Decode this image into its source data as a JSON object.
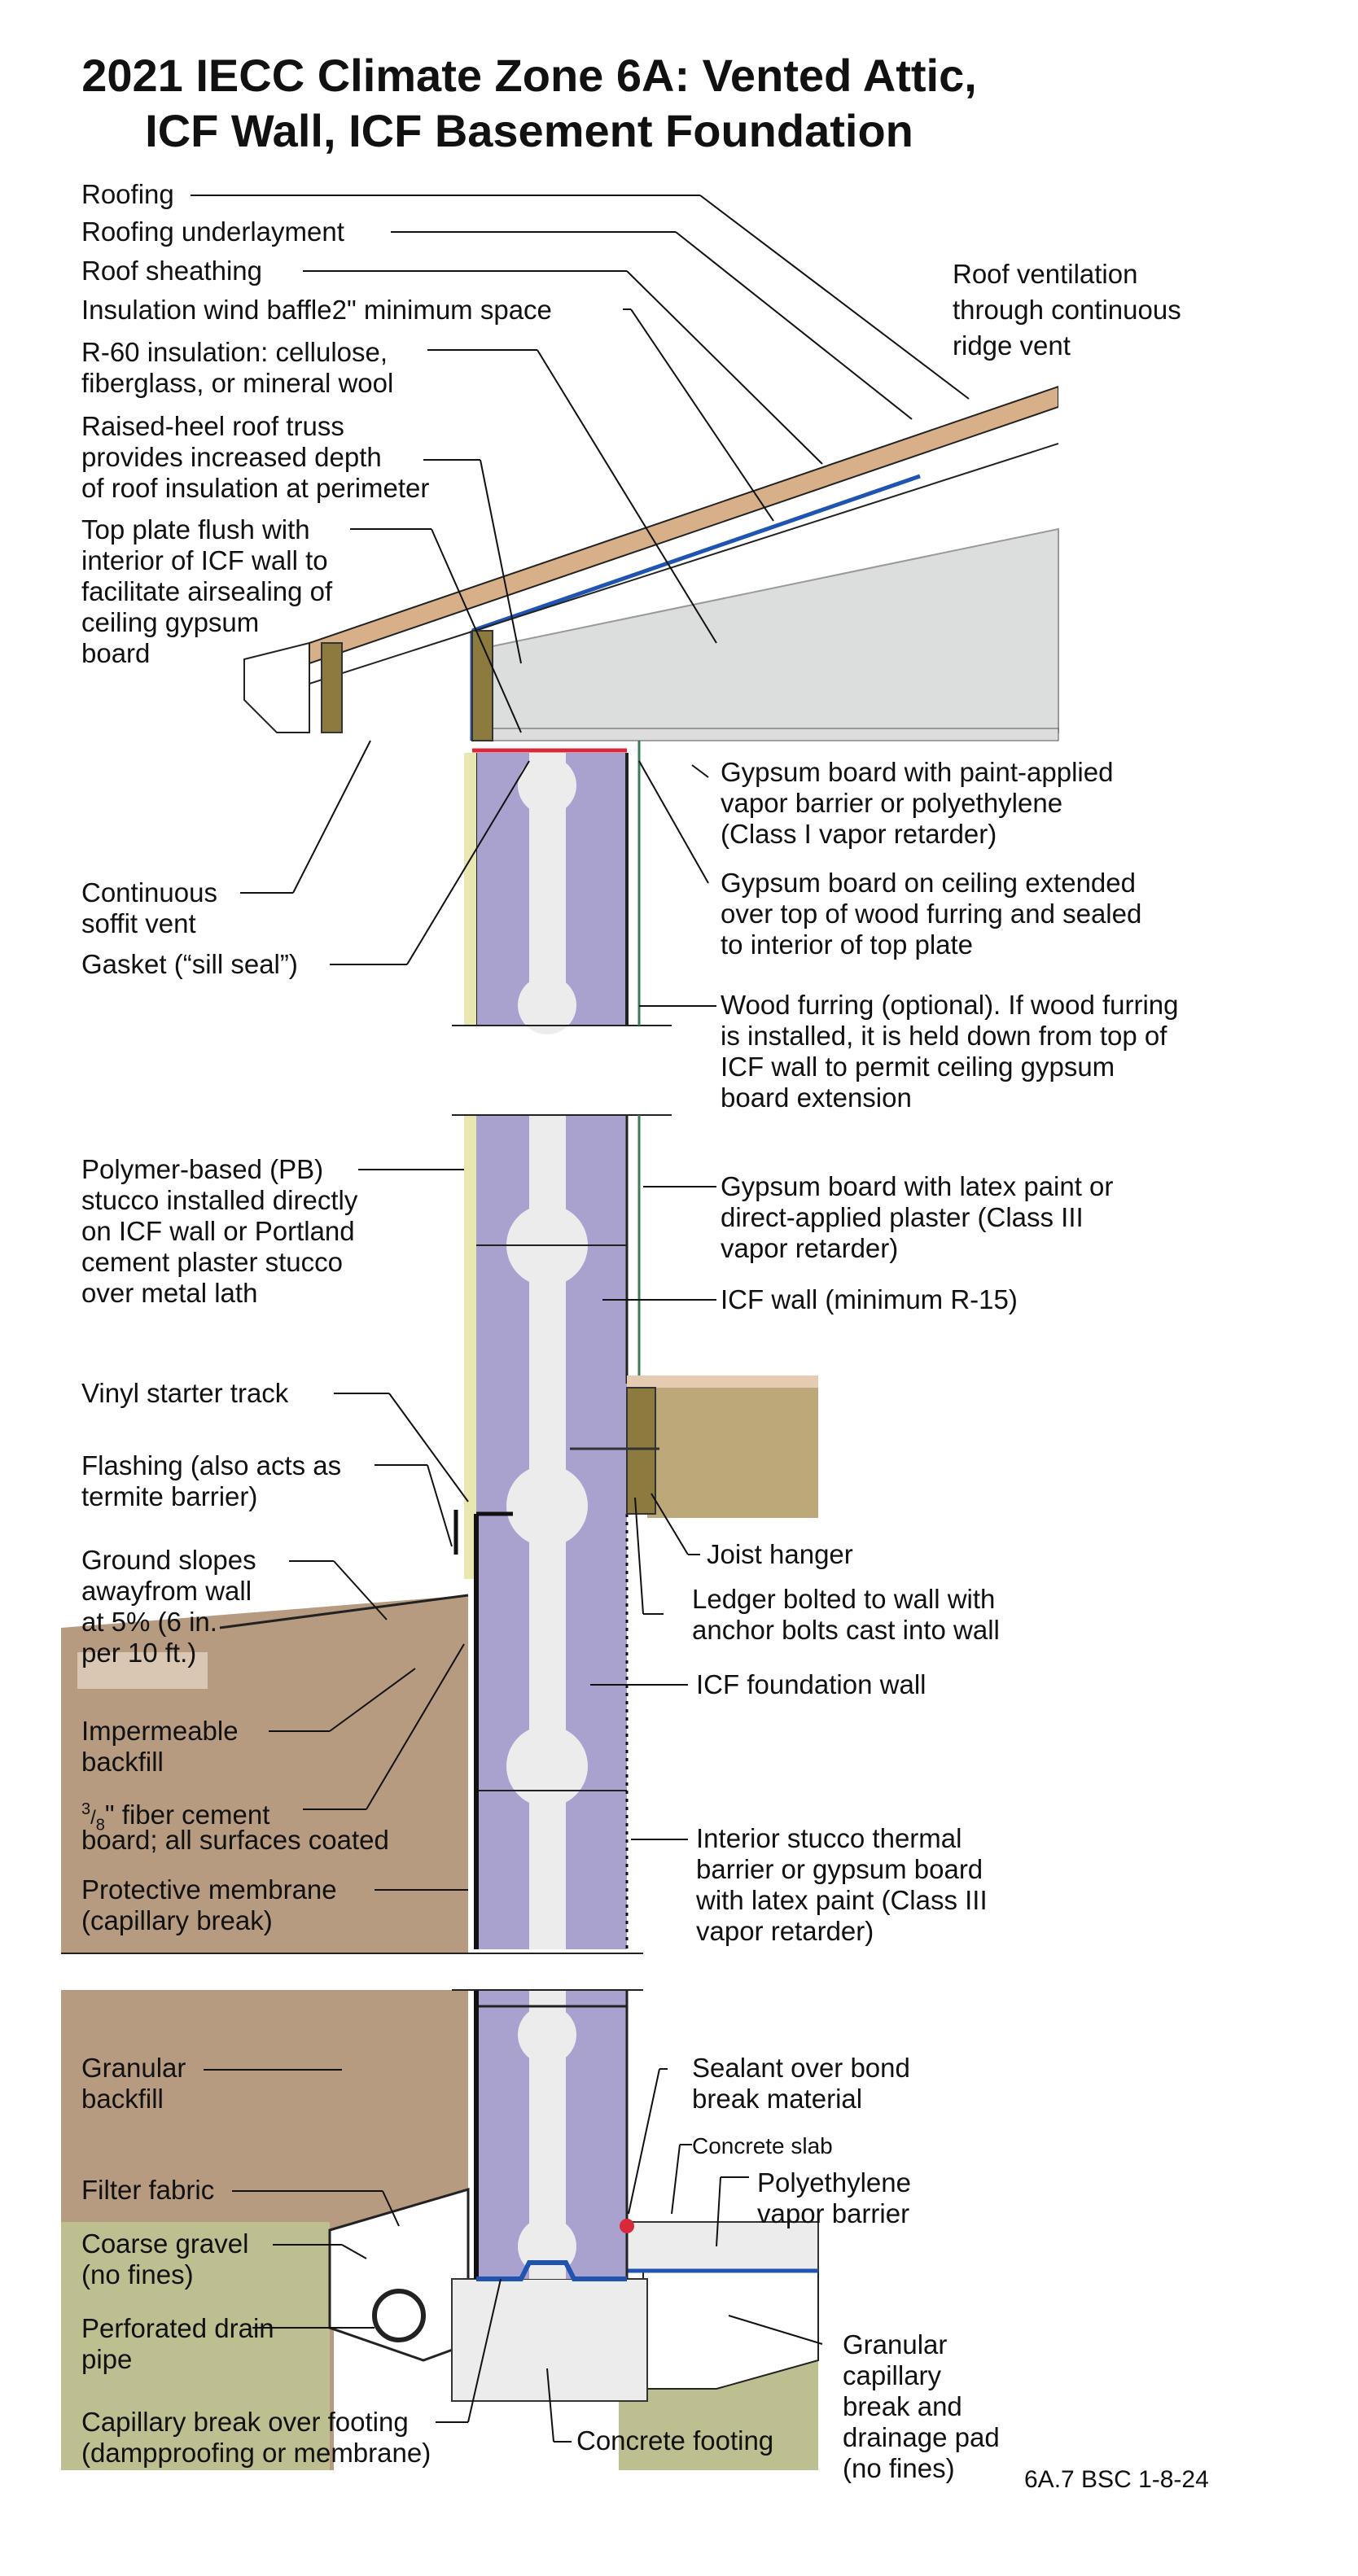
{
  "title": {
    "line1": "2021 IECC Climate Zone 6A: Vented Attic,",
    "line2": "ICF Wall, ICF Basement Foundation"
  },
  "labels_left": {
    "roofing": "Roofing",
    "roofing_underlayment": "Roofing underlayment",
    "roof_sheathing": "Roof sheathing",
    "wind_baffle": "Insulation wind baffle2\" minimum space",
    "r60_l1": "R-60 insulation: cellulose,",
    "r60_l2": "fiberglass, or mineral wool",
    "truss_l1": "Raised-heel roof truss",
    "truss_l2": "provides increased depth",
    "truss_l3": "of roof insulation at perimeter",
    "topplate_l1": "Top plate flush with",
    "topplate_l2": "interior of ICF wall to",
    "topplate_l3": "facilitate airsealing of",
    "topplate_l4": "ceiling gypsum",
    "topplate_l5": "board",
    "soffit_l1": "Continuous",
    "soffit_l2": "soffit vent",
    "gasket": "Gasket (“sill seal”)",
    "stucco_l1": "Polymer-based (PB)",
    "stucco_l2": "stucco installed directly",
    "stucco_l3": "on ICF wall or Portland",
    "stucco_l4": "cement plaster stucco",
    "stucco_l5": "over metal lath",
    "vinyl_track": "Vinyl starter track",
    "flashing_l1": "Flashing (also acts as",
    "flashing_l2": "termite barrier)",
    "ground_l1": "Ground slopes",
    "ground_l2": "awayfrom wall",
    "ground_l3": "at 5% (6 in.",
    "ground_l4": "per 10 ft.)",
    "impermeable_l1": "Impermeable",
    "impermeable_l2": "backfill",
    "fiber_num": "3",
    "fiber_den": "8",
    "fiber_l1": "\" fiber cement",
    "fiber_l2": "board; all surfaces coated",
    "membrane_l1": "Protective membrane",
    "membrane_l2": "(capillary break)",
    "granular_l1": "Granular",
    "granular_l2": "backfill",
    "filter_fabric": "Filter fabric",
    "gravel_l1": "Coarse gravel",
    "gravel_l2": "(no fines)",
    "drain_l1": "Perforated drain",
    "drain_l2": "pipe",
    "capillary_l1": "Capillary break over footing",
    "capillary_l2": "(dampproofing or membrane)"
  },
  "labels_right": {
    "ridge_l1": "Roof ventilation",
    "ridge_l2": "through continuous",
    "ridge_l3": "ridge vent",
    "vb1_l1": "Gypsum board with paint-applied",
    "vb1_l2": "vapor barrier or polyethylene",
    "vb1_l3": "(Class I vapor retarder)",
    "ceil_l1": "Gypsum board on ceiling extended",
    "ceil_l2": "over top of wood furring and sealed",
    "ceil_l3": "to interior of top plate",
    "furring_l1": "Wood furring (optional). If wood furring",
    "furring_l2": "is installed, it is held down from top of",
    "furring_l3": "ICF wall to permit ceiling gypsum",
    "furring_l4": "board extension",
    "latex_l1": "Gypsum board with latex paint or",
    "latex_l2": "direct-applied plaster (Class III",
    "latex_l3": "vapor retarder)",
    "icf_wall": "ICF wall (minimum R-15)",
    "joist_hanger": "Joist hanger",
    "ledger_l1": "Ledger bolted to wall with",
    "ledger_l2": "anchor bolts cast into wall",
    "icf_foundation": "ICF foundation wall",
    "thermal_l1": "Interior stucco thermal",
    "thermal_l2": "barrier or gypsum board",
    "thermal_l3": "with latex paint (Class III",
    "thermal_l4": "vapor retarder)",
    "sealant_l1": "Sealant over bond",
    "sealant_l2": "break material",
    "slab": "Concrete slab",
    "poly_l1": "Polyethylene",
    "poly_l2": "vapor barrier",
    "drainage_l1": "Granular",
    "drainage_l2": "capillary",
    "drainage_l3": "break and",
    "drainage_l4": "drainage pad",
    "drainage_l5": "(no fines)",
    "footing": "Concrete footing"
  },
  "drawing_code": "6A.7 BSC 1-8-24",
  "colors": {
    "icf_foam": "#a9a2cf",
    "concrete": "#ececec",
    "insulation": "#dcdede",
    "soil_brown": "#b79b80",
    "soil_green": "#bdbf91",
    "wood": "#bda87a",
    "stucco": "#e9e7b0",
    "blue_membrane": "#1f55b0",
    "red_gasket": "#d9283a",
    "roof_fascia": "#d7b08a"
  }
}
